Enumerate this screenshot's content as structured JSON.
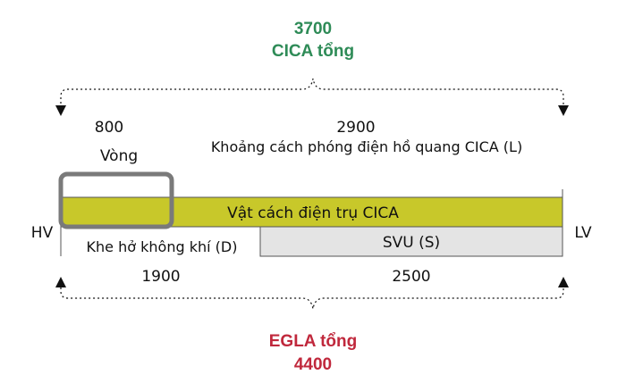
{
  "top": {
    "value": "3700",
    "label": "CICA tổng",
    "color": "#2e8b57"
  },
  "bottom": {
    "value": "4400",
    "label": "EGLA tổng",
    "color": "#c0283c"
  },
  "upper": {
    "ring_value": "800",
    "ring_label": "Vòng",
    "arc_value": "2900",
    "arc_label": "Khoảng cách phóng điện hồ quang CICA (L)"
  },
  "bar": {
    "insulator_label": "Vật cách điện trụ CICA",
    "insulator_color": "#c8c82a",
    "svu_label": "SVU (S)",
    "svu_color": "#e4e4e4",
    "ring_color": "#7a7a7a",
    "gap_label": "Khe hở không khí (D)"
  },
  "lower": {
    "gap_value": "1900",
    "svu_value": "2500"
  },
  "ends": {
    "left": "HV",
    "right": "LV"
  }
}
